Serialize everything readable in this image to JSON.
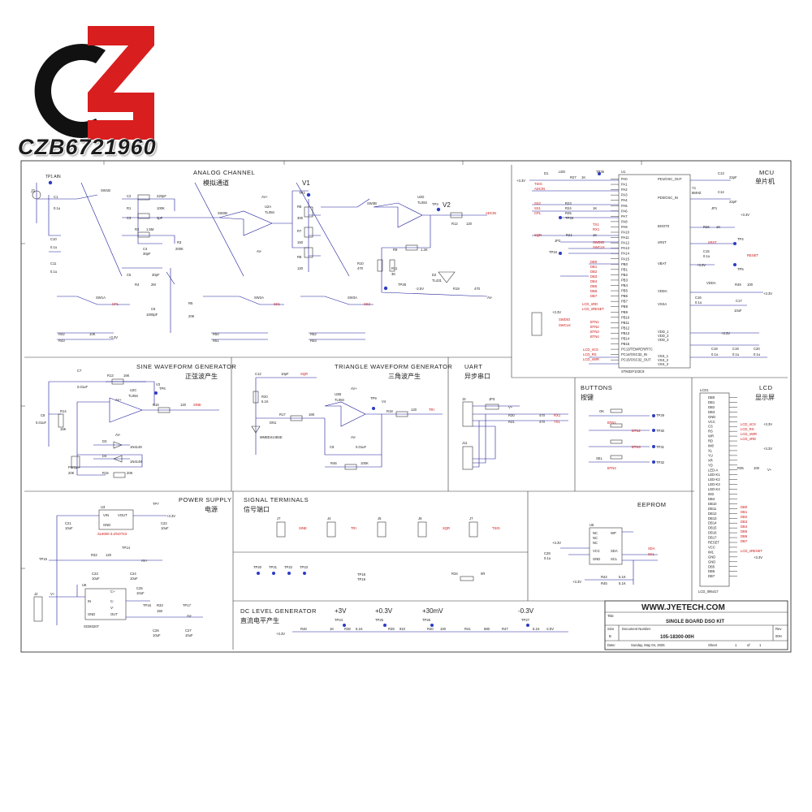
{
  "logo": {
    "text": "CZB6721960",
    "colors": {
      "c": "#111111",
      "z": "#d81e1e"
    }
  },
  "sections": {
    "analog": {
      "title": "ANALOG CHANNEL",
      "subtitle": "模拟通道"
    },
    "mcu": {
      "title": "MCU",
      "subtitle": "单片机"
    },
    "sine": {
      "title": "SINE WAVEFORM GENERATOR",
      "subtitle": "正弦波产生"
    },
    "triangle": {
      "title": "TRIANGLE WAVEFORM GENERATOR",
      "subtitle": "三角波产生"
    },
    "uart": {
      "title": "UART",
      "subtitle": "异步串口"
    },
    "buttons": {
      "title": "BUTTONS",
      "subtitle": "按键"
    },
    "lcd": {
      "title": "LCD",
      "subtitle": "显示屏"
    },
    "power": {
      "title": "POWER SUPPLY",
      "subtitle": "电源"
    },
    "signal": {
      "title": "SIGNAL TERMINALS",
      "subtitle": "信号端口"
    },
    "eeprom": {
      "title": "EEPROM"
    },
    "dc": {
      "title": "DC LEVEL GENERATOR",
      "subtitle": "直流电平产生"
    }
  },
  "analog": {
    "labels": [
      "TP1 AIN",
      "J1",
      "C1",
      "0.1u",
      "C10",
      "0.1u",
      "C11",
      "0.1u",
      "SW1B",
      "C2",
      "220pF",
      "R1",
      "100K",
      "C3",
      "3pF",
      "R2",
      "1.5M",
      "C4",
      "30pF",
      "R3",
      "200K",
      "C5",
      "30pF",
      "R4",
      "2M",
      "C6",
      "1000pF",
      "R5",
      "20K",
      "SW2B",
      "U2A",
      "TL084",
      "AV+",
      "AV-",
      "SW1A",
      "CPL",
      "SW2A",
      "SS1",
      "SW3A",
      "SS2",
      "R42",
      "R43",
      "R50",
      "R51",
      "R52",
      "R53",
      "10K",
      "+3.3V",
      "V1",
      "TP2",
      "R6",
      "300",
      "R7",
      "150",
      "R8",
      "120",
      "SW3B",
      "U2D",
      "TL084",
      "TP3",
      "V2",
      "R12",
      "120",
      "ADCIN",
      "R9",
      "1.2K",
      "R10",
      "470",
      "R11",
      "3K",
      "D2",
      "TL431",
      "TP28",
      "-2.5V",
      "R19",
      "470",
      "AV-"
    ]
  },
  "mcu": {
    "left_labels": [
      "+3.3V",
      "D1",
      "LED",
      "R27",
      "1K",
      "TSIG",
      "ADCIN",
      "SS2",
      "SS1",
      "CPL",
      "R23",
      "R24",
      "R25",
      "1K",
      "TP33",
      "SQR",
      "JP2",
      "TP34",
      "R21",
      "1K",
      "TP35",
      "TX1",
      "RX1",
      "SWDIO",
      "SWCLK"
    ],
    "pins_left": [
      "PA0",
      "PA1",
      "PA2",
      "PA3",
      "PA4",
      "PA5",
      "PA6",
      "PA7",
      "PA8",
      "PA9",
      "PA10",
      "PA11",
      "PA12",
      "PA13",
      "PA14",
      "PA15",
      "PB0",
      "PB1",
      "PB2",
      "PB3",
      "PB4",
      "PB5",
      "PB6",
      "PB7",
      "PB8",
      "PB9",
      "PB10",
      "PB11",
      "PB12",
      "PB13",
      "PB14",
      "PB15",
      "PC13/TEMPER/RTC",
      "PC14/OSC32_IN",
      "PC15/OSC32_OUT"
    ],
    "pins_right": [
      "PD1/OSC_OUT",
      "PD0/OSC_IN",
      "BOOT0",
      "nRST",
      "VBAT",
      "VDDA",
      "VSSA",
      "VDD_1",
      "VDD_2",
      "VDD_3",
      "VSS_1",
      "VSS_2",
      "VSS_3"
    ],
    "chip": "STM32F103C8",
    "u1": "U1",
    "right_labels": [
      "C13",
      "22pF",
      "Y1",
      "8MHZ",
      "C14",
      "22pF",
      "JP1",
      "+3.3V",
      "R26",
      "1K",
      "TP4",
      "nRST",
      "RESET",
      "TP5",
      "C15",
      "0.1u",
      "+3.3V",
      "VDDA",
      "R49",
      "100",
      "+3.3V",
      "C16",
      "0.1u",
      "C17",
      "10uF",
      "+3.3V",
      "C18",
      "0.1u",
      "C19",
      "0.1u",
      "C20",
      "0.1u"
    ],
    "lcd_nets": [
      "DB0",
      "DB1",
      "DB2",
      "DB3",
      "DB4",
      "DB5",
      "DB6",
      "DB7",
      "LCD_nRD",
      "LCD_nRESET",
      "BTN1",
      "BTN2",
      "BTN3",
      "BTN4",
      "LCD_nCS",
      "LCD_RS",
      "LCD_nWR"
    ],
    "swd": [
      "+3.3V",
      "SWDIO",
      "SWCLK"
    ]
  },
  "sine": {
    "labels": [
      "C7",
      "0.01uF",
      "R13",
      "16K",
      "V3",
      "U2C",
      "TL084",
      "C8",
      "0.01uF",
      "R14",
      "16K",
      "R16",
      "120",
      "SINE",
      "TP6",
      "D3",
      "1N4148",
      "D4",
      "1N4148",
      "POT1",
      "20K",
      "R15",
      "20K",
      "AV+",
      "AV-"
    ]
  },
  "triangle": {
    "labels": [
      "C12",
      "10pF",
      "SQR",
      "R20",
      "5.1K",
      "DN1",
      "MMBD4148SE",
      "R17",
      "16K",
      "U2B",
      "TL084",
      "AV+",
      "AV-",
      "TP9",
      "V4",
      "R18",
      "120",
      "TRI",
      "C9",
      "0.01uF",
      "R46",
      "100K"
    ]
  },
  "uart": {
    "labels": [
      "J3",
      "JP3",
      "V+",
      "R30",
      "470",
      "RX1",
      "R31",
      "470",
      "TX1",
      "J11"
    ]
  },
  "buttons": {
    "labels": [
      "OK",
      "BTN1",
      "TP29",
      "BTN2",
      "TP30",
      "BTN3",
      "TP31",
      "SEL",
      "BTN4",
      "TP32"
    ],
    "items": [
      "BTN1",
      "BTN2",
      "BTN3",
      "BTN4"
    ]
  },
  "lcd": {
    "pins": [
      "DB0",
      "DB1",
      "DB2",
      "DB3",
      "GND",
      "VCC",
      "CS",
      "RS",
      "WR",
      "RD",
      "IM0",
      "XL",
      "YU",
      "XR",
      "YD",
      "LED-A",
      "LED-K1",
      "LED-K2",
      "LED-K3",
      "LED-K4",
      "IM3",
      "DB4",
      "DB10",
      "DB11",
      "DB12",
      "DB13",
      "DB14",
      "DB15",
      "DB16",
      "DB17",
      "RESET",
      "VCC",
      "IM1",
      "GND",
      "GND",
      "DB5",
      "DB6",
      "DB7"
    ],
    "nets": [
      "+3.3V",
      "LCD_nCS",
      "LCD_RS",
      "LCD_nWR",
      "LCD_nRD",
      "+3.3V",
      "R35",
      "100",
      "V+",
      "DB0",
      "DB1",
      "DB2",
      "DB3",
      "DB4",
      "DB5",
      "DB6",
      "DB7",
      "LCD_nRESET",
      "+3.3V"
    ],
    "ref": "LCD1",
    "part": "LCD_095417"
  },
  "power": {
    "labels": [
      "U3",
      "VIN",
      "VOUT",
      "GND",
      "SL8000-3.3/SOT23",
      "TP7",
      "+3.3V",
      "C21",
      "10uF",
      "C22",
      "10uF",
      "R32",
      "120",
      "TP14",
      "AV+",
      "TP15",
      "C23",
      "10uF",
      "C24",
      "10uF",
      "U6",
      "IN",
      "C+",
      "C-",
      "V-",
      "GND",
      "OUT",
      "SGM3207",
      "C25",
      "10uF",
      "TP16",
      "R33",
      "150",
      "TP17",
      "AV-",
      "C26",
      "10uF",
      "C27",
      "10uF",
      "J2",
      "V+"
    ]
  },
  "terminals": {
    "labels": [
      "J7",
      "SINE",
      "J4",
      "TRI",
      "J5",
      "J6",
      "SQR",
      "J7",
      "TSIG",
      "TP20",
      "TP21",
      "TP22",
      "TP23",
      "TP18",
      "TP19",
      "R34",
      "0R"
    ]
  },
  "eeprom": {
    "labels": [
      "U5",
      "NC",
      "NC",
      "NC",
      "VCC",
      "GND",
      "WP",
      "SDA",
      "SCL",
      "+3.3V",
      "C28",
      "0.1u",
      "+3.3V",
      "R44",
      "5.1K",
      "R45",
      "5.1K",
      "SDA",
      "SCL"
    ]
  },
  "dc": {
    "levels": [
      "+3V",
      "+0.3V",
      "+30mV",
      "-0.3V"
    ],
    "labels": [
      "TP24",
      "TP25",
      "TP26",
      "TP27",
      "+3.3V",
      "R48",
      "1K",
      "R38",
      "5.1K",
      "R39",
      "910",
      "R40",
      "100",
      "R41",
      "680",
      "R47",
      "5.1K",
      "-2.5V"
    ]
  },
  "title_block": {
    "website": "WWW.JYETECH.COM",
    "title_label": "Title",
    "title": "SINGLE BOARD DSO KIT",
    "size_label": "Size",
    "size": "B",
    "docnum_label": "Document Number",
    "docnum": "105-18300-00H",
    "rev_label": "Rev",
    "rev": "00H",
    "date_label": "Date:",
    "date": "Sunday, May 04, 2025",
    "sheet_label": "Sheet",
    "sheet": "1",
    "of_label": "of",
    "of": "1"
  }
}
